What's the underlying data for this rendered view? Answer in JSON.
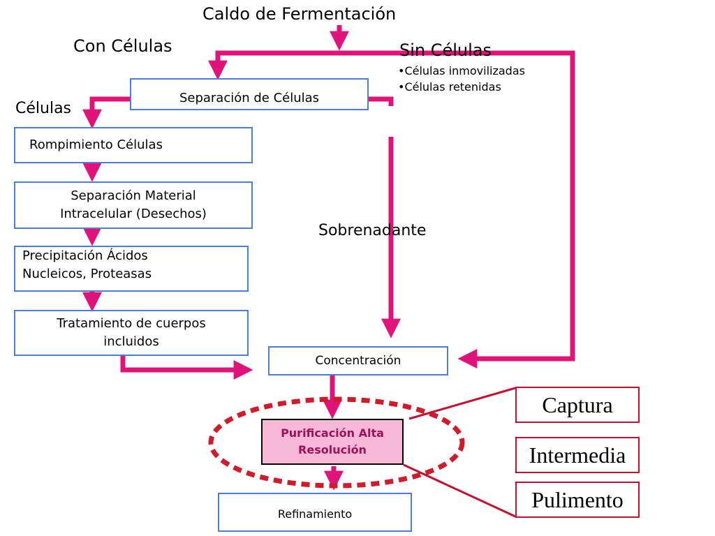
{
  "title": "Caldo de Fermentación",
  "branch_labels": {
    "con_celulas": "Con Células",
    "sin_celulas": "Sin Células",
    "celulas": "Células",
    "sobrenadante": "Sobrenadante"
  },
  "sin_celulas_notes": [
    "•Células inmovilizadas",
    "•Células retenidas"
  ],
  "steps": {
    "separacion_celulas": "Separación de Células",
    "rompimiento": "Rompimiento Células",
    "separacion_material_1": "Separación Material",
    "separacion_material_2": "Intracelular (Desechos)",
    "precipitacion_1": "Precipitación  Ácidos",
    "precipitacion_2": "Nucleicos, Proteasas",
    "tratamiento_1": "Tratamiento de cuerpos",
    "tratamiento_2": "incluidos",
    "concentracion": "Concentración",
    "purificacion_1": "Purificación Alta",
    "purificacion_2": "Resolución",
    "refinamiento": "Refinamiento"
  },
  "purification_tiers": [
    "Captura",
    "Intermedia",
    "Pulimento"
  ],
  "colors": {
    "arrow": "#e0137a",
    "box_border": "#4a7fd4",
    "ellipse": "#d11a2a",
    "tier_border": "#c8102e",
    "purification_fill": "#f7b8d8",
    "purification_text": "#a0105a"
  }
}
